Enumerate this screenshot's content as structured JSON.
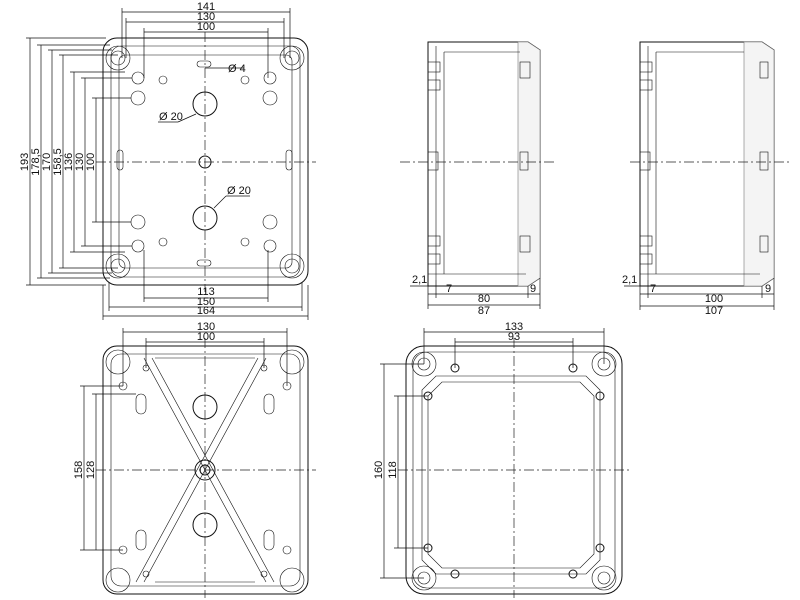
{
  "top_view": {
    "dims_horizontal": [
      "141",
      "130",
      "100",
      "113",
      "150",
      "164"
    ],
    "dims_vertical": [
      "193",
      "178,5",
      "170",
      "158,5",
      "136",
      "130",
      "100"
    ],
    "hole_labels": [
      "Ø 4",
      "Ø 20",
      "Ø 20"
    ]
  },
  "side_view_a": {
    "dims": [
      "2,1",
      "7",
      "80",
      "9",
      "87"
    ]
  },
  "side_view_b": {
    "dims": [
      "2,1",
      "7",
      "100",
      "9",
      "107"
    ]
  },
  "bottom_view_a": {
    "dims_horizontal": [
      "130",
      "100"
    ],
    "dims_vertical": [
      "158",
      "128"
    ]
  },
  "bottom_view_b": {
    "dims_horizontal": [
      "133",
      "93"
    ],
    "dims_vertical": [
      "160",
      "118"
    ]
  }
}
